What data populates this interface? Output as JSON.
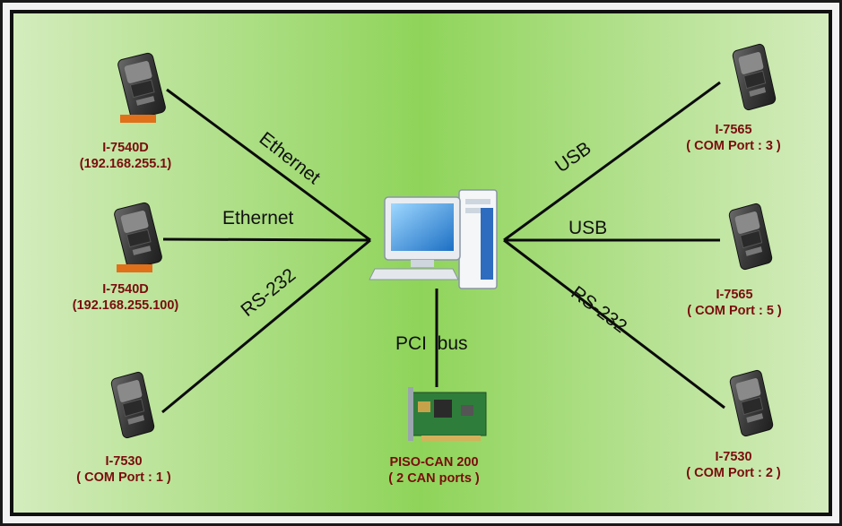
{
  "devices": [
    {
      "id": "left-top",
      "name": "I-7540D",
      "detail": "(192.168.255.1)"
    },
    {
      "id": "left-mid",
      "name": "I-7540D",
      "detail": "(192.168.255.100)"
    },
    {
      "id": "left-bot",
      "name": "I-7530",
      "detail": "( COM Port : 1 )"
    },
    {
      "id": "right-top",
      "name": "I-7565",
      "detail": "( COM Port : 3 )"
    },
    {
      "id": "right-mid",
      "name": "I-7565",
      "detail": "( COM Port : 5 )"
    },
    {
      "id": "right-bot",
      "name": "I-7530",
      "detail": "( COM Port : 2 )"
    },
    {
      "id": "bottom",
      "name": "PISO-CAN 200",
      "detail": "( 2 CAN ports )"
    }
  ],
  "connections": {
    "left_top": "Ethernet",
    "left_mid": "Ethernet",
    "left_bot": "RS-232",
    "right_top": "USB",
    "right_mid": "USB",
    "right_bot": "RS-232",
    "bottom": "PCI  bus"
  },
  "colors": {
    "label": "#7a0d0d",
    "bg_edge": "#cdeab3",
    "bg_center": "#8fd45a",
    "border": "#0a0a0a"
  }
}
